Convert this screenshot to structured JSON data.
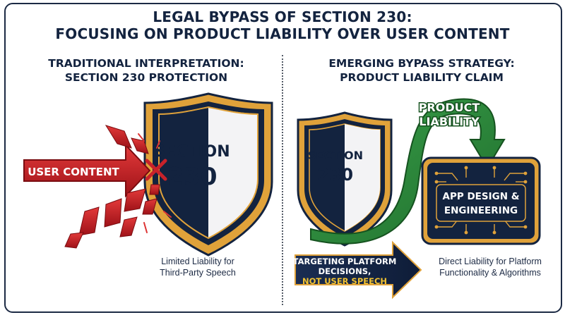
{
  "header": {
    "title_line1": "LEGAL BYPASS OF SECTION 230:",
    "title_line2": "FOCUSING ON PRODUCT LIABILITY OVER USER CONTENT"
  },
  "left_panel": {
    "heading_line1": "TRADITIONAL INTERPRETATION:",
    "heading_line2": "SECTION 230 PROTECTION",
    "shield_line1": "SECTION",
    "shield_line2": "230",
    "arrow_label": "USER CONTENT",
    "caption_line1": "Limited Liability for",
    "caption_line2": "Third-Party Speech"
  },
  "right_panel": {
    "heading_line1": "EMERGING BYPASS STRATEGY:",
    "heading_line2": "PRODUCT LIABILITY CLAIM",
    "shield_line1": "SECTION",
    "shield_line2": "230",
    "curve_label_line1": "PRODUCT",
    "curve_label_line2": "LIABILITY",
    "chip_line1": "APP DESIGN &",
    "chip_line2": "ENGINEERING",
    "target_line1": "TARGETING PLATFORM",
    "target_line2": "DECISIONS,",
    "target_line3": "NOT USER SPEECH",
    "caption_line1": "Direct Liability for Platform",
    "caption_line2": "Functionality & Algorithms"
  },
  "colors": {
    "navy": "#13233f",
    "gold": "#e0a23a",
    "red": "#c8222a",
    "green": "#2f8a3e",
    "highlight_yellow": "#f2c230"
  }
}
